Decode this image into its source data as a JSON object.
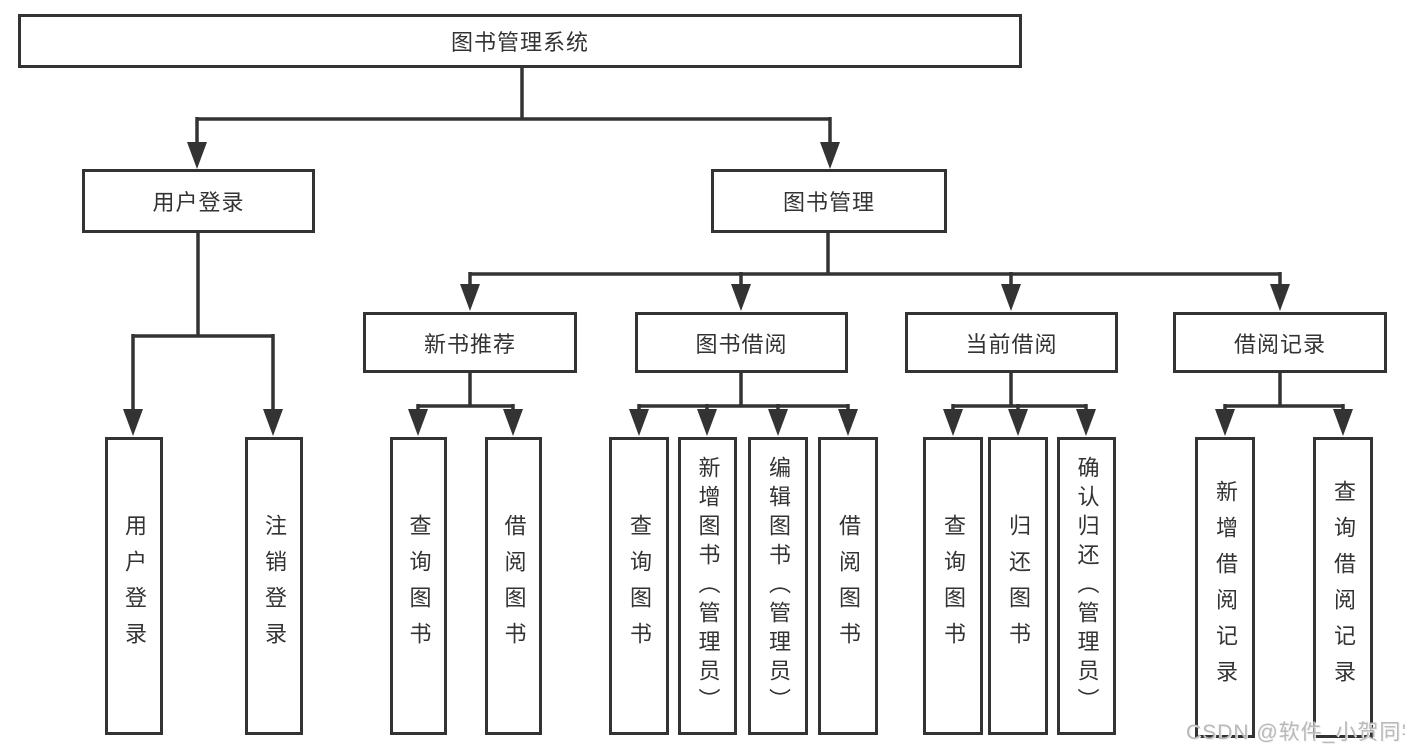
{
  "diagram": {
    "title_node": {
      "label": "图书管理系统"
    },
    "level2": [
      {
        "label": "用户登录"
      },
      {
        "label": "图书管理"
      }
    ],
    "level3": [
      {
        "label": "新书推荐"
      },
      {
        "label": "图书借阅"
      },
      {
        "label": "当前借阅"
      },
      {
        "label": "借阅记录"
      }
    ],
    "leaves": {
      "user_login": [
        {
          "label": "用户登录"
        },
        {
          "label": "注销登录"
        }
      ],
      "new_book": [
        {
          "label": "查询图书"
        },
        {
          "label": "借阅图书"
        }
      ],
      "book_borrow": [
        {
          "label": "查询图书"
        },
        {
          "label": "新增图书（管理员）"
        },
        {
          "label": "编辑图书（管理员）"
        },
        {
          "label": "借阅图书"
        }
      ],
      "current_borrow": [
        {
          "label": "查询图书"
        },
        {
          "label": "归还图书"
        },
        {
          "label": "确认归还（管理员）"
        }
      ],
      "borrow_record": [
        {
          "label": "新增借阅记录"
        },
        {
          "label": "查询借阅记录"
        }
      ]
    },
    "colors": {
      "line": "#333333",
      "box_border": "#333333",
      "text": "#333333",
      "background": "#ffffff",
      "watermark": "#b9b9b9"
    }
  },
  "watermark": {
    "text": "CSDN @软件_小贺同学"
  }
}
